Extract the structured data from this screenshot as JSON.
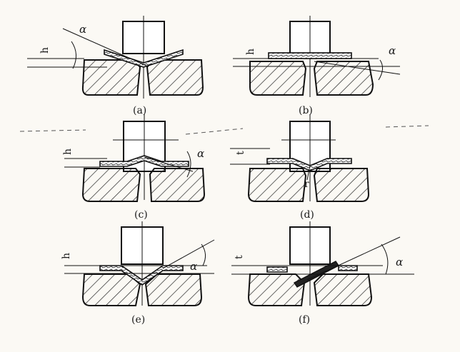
{
  "figure": {
    "panels": [
      {
        "id": "a",
        "caption": "(a)",
        "symbols": [
          "h",
          "α"
        ]
      },
      {
        "id": "b",
        "caption": "(b)",
        "symbols": [
          "h",
          "α"
        ]
      },
      {
        "id": "c",
        "caption": "(c)",
        "symbols": [
          "h",
          "α"
        ]
      },
      {
        "id": "d",
        "caption": "(d)",
        "symbols": [
          "t",
          "r"
        ]
      },
      {
        "id": "e",
        "caption": "(e)",
        "symbols": [
          "h",
          "α"
        ]
      },
      {
        "id": "f",
        "caption": "(f)",
        "symbols": [
          "t",
          "α"
        ]
      }
    ]
  }
}
